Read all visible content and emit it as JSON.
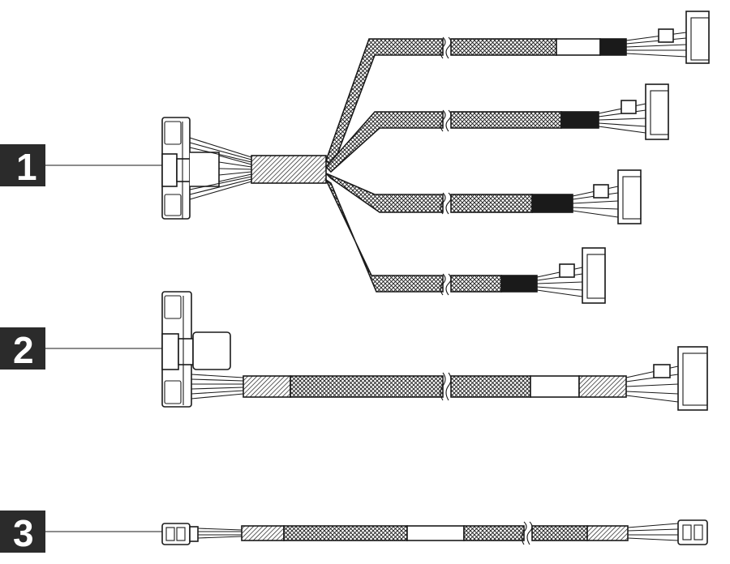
{
  "callouts": [
    {
      "id": "1",
      "label": "1"
    },
    {
      "id": "2",
      "label": "2"
    },
    {
      "id": "3",
      "label": "3"
    }
  ],
  "colors": {
    "badge": "#2b2b2b",
    "line": "#1a1a1a",
    "background": "#ffffff"
  }
}
